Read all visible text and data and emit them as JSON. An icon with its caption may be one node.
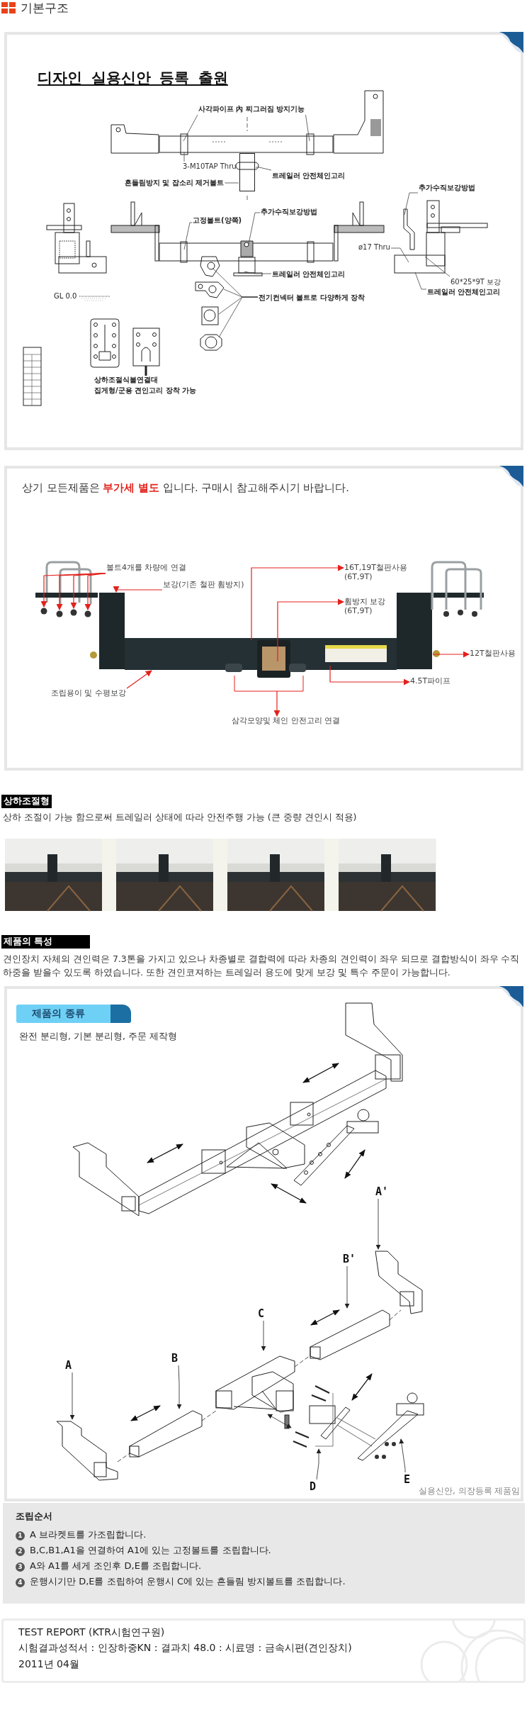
{
  "diagram": {
    "nodes": [
      {
        "text": [
          "디자인 실용신안 등록 출원",
          "GL 0.0",
          "상하조절식볼연결대",
          "집게형/군용 견인고리 장착 가능"
        ]
      },
      {
        "text": [
          "사각파이프 內 찌그러짐 방지기능"
        ],
        "in": 0
      },
      {
        "text": [
          "3-M10TAP Thru"
        ],
        "in": 0
      },
      {
        "text": [
          "트레일러 안전체인고리"
        ],
        "in": 0
      },
      {
        "text": [
          "흔들림방지 및 잡소리 제거볼트"
        ],
        "in": 0
      },
      {
        "text": [
          "추가수직보강방법"
        ],
        "in": 0
      },
      {
        "text": [
          "추가수직보강방법"
        ],
        "in": 0
      },
      {
        "text": [
          "고정볼트(양쪽)"
        ],
        "in": 0
      },
      {
        "text": [
          "ø17 Thru"
        ],
        "in": 0
      },
      {
        "text": [
          "트레일러 안전체인고리"
        ],
        "in": 0
      },
      {
        "text": [
          "60*25*9T 보강"
        ],
        "in": 0
      },
      {
        "text": [
          "트레일러 안전체인고리"
        ],
        "in": 0
      },
      {
        "text": [
          "전기컨넥터 볼트로 다양하게 장착"
        ],
        "in": 0
      },
      {
        "text": [
          "상기 모든제품은 **부가세 별도** 입니다. 구매시 참고해주시기 바랍니다."
        ]
      },
      {
        "text": [
          "볼트4개를 차량에 연결"
        ],
        "in": 13
      },
      {
        "text": [
          "16T,19T철판사용 (6T,9T)"
        ],
        "in": 13
      },
      {
        "text": [
          "보강(기존 철판 휨방지)"
        ],
        "in": 13
      },
      {
        "text": [
          "휨방지 보강 (6T,9T)"
        ],
        "in": 13
      },
      {
        "text": [
          "12T철판사용"
        ],
        "in": 13
      },
      {
        "text": [
          "4.5T파이프"
        ],
        "in": 13
      },
      {
        "text": [
          "조립용이 및 수평보강"
        ],
        "in": 13
      },
      {
        "text": [
          "삼각모양및 체인 안전고리 연결"
        ],
        "in": 13
      },
      {
        "text": [
          "상하조절형"
        ]
      },
      {
        "text": [
          "제품의 특성"
        ]
      },
      {
        "text": [
          "완전 분리형, 기본 분리형, 주문 제작형",
          "실용신안, 의장등록 제품임"
        ]
      },
      {
        "text": [
          "제품의 종류"
        ],
        "in": 24
      },
      {
        "text": [
          "A'"
        ],
        "in": 24
      },
      {
        "text": [
          "B'"
        ],
        "in": 24
      },
      {
        "text": [
          "C"
        ],
        "in": 24
      },
      {
        "text": [
          "A"
        ],
        "in": 24
      },
      {
        "text": [
          "B"
        ],
        "in": 24
      },
      {
        "text": [
          "D"
        ],
        "in": 24
      },
      {
        "text": [
          "E"
        ],
        "in": 24
      },
      {
        "text": [
          "조립순서",
          "1",
          "A 브라켓트를 가조립합니다.",
          "2",
          "B,C,B1,A1을 연결하여 A1에 있는 고정볼트를 조립합니다.",
          "3",
          "A와 A1를 세게 조인후 D,E를 조립합니다.",
          "4",
          "운행시기만 D,E를 조립하여 운행시 C에 있는 흔들림 방지볼트를 조립합니다."
        ]
      },
      {
        "text": [
          "TEST REPORT (KTR시험연구원)",
          "시험결과성적서 : 인장하중KN : 결과치 48.0 : 시료명 : 금속시편(견인장치)",
          "2011년 04월"
        ]
      },
      {
        "text": [],
        "shape": "picture",
        "in": 0
      },
      {
        "text": [],
        "shape": "picture",
        "in": 0
      },
      {
        "text": [],
        "shape": "picture",
        "in": 0
      },
      {
        "text": [],
        "shape": "picture",
        "in": 0
      },
      {
        "text": [],
        "shape": "picture",
        "in": 0
      },
      {
        "text": [],
        "shape": "picture",
        "in": 0
      },
      {
        "text": [],
        "shape": "picture",
        "in": 13
      },
      {
        "text": [],
        "shape": "picture",
        "in": 24
      },
      {
        "text": [],
        "shape": "picture",
        "in": 24
      },
      {
        "text": [],
        "shape": "picture",
        "in": 24
      },
      {
        "text": [],
        "shape": "picture",
        "in": 24
      },
      {
        "text": [],
        "shape": "picture",
        "in": 24
      },
      {
        "text": [],
        "shape": "picture",
        "in": 24
      },
      {
        "text": [],
        "shape": "picture",
        "in": 24
      },
      {
        "text": [],
        "shape": "box",
        "in": 0
      },
      {
        "text": [],
        "shape": "picture",
        "in": 0
      },
      {
        "text": [],
        "shape": "picture",
        "in": 0
      },
      {
        "text": [],
        "shape": "circle",
        "in": 13
      },
      {
        "text": [],
        "shape": "circle",
        "in": 13
      },
      {
        "text": [],
        "shape": "circle",
        "in": 13
      },
      {
        "text": [],
        "shape": "circle",
        "in": 13
      },
      {
        "text": [],
        "shape": "box",
        "in": 13
      },
      {
        "text": [],
        "shape": "box",
        "in": 13
      }
    ],
    "edges": [
      {
        "from": 1,
        "to": 35,
        "arrow": "none"
      },
      {
        "from": 1,
        "to": 35,
        "arrow": "none"
      },
      {
        "from": 2,
        "to": 35,
        "arrow": "none"
      },
      {
        "from": 3,
        "to": 49,
        "arrow": "none"
      },
      {
        "from": 4,
        "to": 49,
        "arrow": "none"
      },
      {
        "from": 5,
        "to": 37,
        "arrow": "none"
      },
      {
        "from": 6,
        "to": 36,
        "arrow": "none"
      },
      {
        "from": 7,
        "to": 36,
        "arrow": "none"
      },
      {
        "from": 8,
        "to": 37,
        "arrow": "none"
      },
      {
        "from": 9,
        "to": 50,
        "arrow": "none"
      },
      {
        "from": 10,
        "to": 37,
        "arrow": "none"
      },
      {
        "from": 11,
        "to": 37,
        "arrow": "none"
      },
      {
        "from": 12,
        "to": 51,
        "arrow": "none"
      },
      {
        "from": 12,
        "to": 38,
        "arrow": "none"
      },
      {
        "from": 12,
        "to": 39,
        "arrow": "none"
      },
      {
        "from": 12,
        "to": 40,
        "arrow": "none"
      },
      {
        "from": 14,
        "to": 52,
        "arrow": "to",
        "color": "#e3211c"
      },
      {
        "from": 14,
        "to": 53,
        "arrow": "to",
        "color": "#e3211c"
      },
      {
        "from": 14,
        "to": 54,
        "arrow": "to",
        "color": "#e3211c"
      },
      {
        "from": 14,
        "to": 55,
        "arrow": "to",
        "color": "#e3211c"
      },
      {
        "from": 16,
        "to": 56,
        "arrow": "to",
        "color": "#e3211c"
      },
      {
        "from": 41,
        "to": 15,
        "arrow": "to",
        "color": "#e3211c"
      },
      {
        "from": 41,
        "to": 17,
        "arrow": "to",
        "color": "#e3211c"
      },
      {
        "from": 57,
        "to": 18,
        "arrow": "to",
        "color": "#e3211c"
      },
      {
        "from": 41,
        "to": 19,
        "arrow": "to",
        "color": "#e3211c"
      },
      {
        "from": 20,
        "to": 41,
        "arrow": "to",
        "color": "#e3211c"
      },
      {
        "from": 41,
        "to": 21,
        "arrow": "to",
        "color": "#e3211c"
      },
      {
        "from": 26,
        "to": 42,
        "arrow": "to"
      },
      {
        "from": 27,
        "to": 43,
        "arrow": "to"
      },
      {
        "from": 28,
        "to": 44,
        "arrow": "to"
      },
      {
        "from": 29,
        "to": 45,
        "arrow": "to"
      },
      {
        "from": 30,
        "to": 46,
        "arrow": "to"
      },
      {
        "from": 31,
        "to": 47,
        "arrow": "to"
      },
      {
        "from": 32,
        "to": 48,
        "arrow": "to"
      },
      {
        "from": 45,
        "to": 46,
        "arrow": "none",
        "style": "dashed"
      },
      {
        "from": 46,
        "to": 44,
        "arrow": "none",
        "style": "dashed"
      },
      {
        "from": 44,
        "to": 43,
        "arrow": "none",
        "style": "dashed"
      },
      {
        "from": 43,
        "to": 42,
        "arrow": "none",
        "style": "dashed"
      },
      {
        "from": 47,
        "to": 48,
        "arrow": "none"
      },
      {
        "from": 47,
        "to": 48,
        "arrow": "none"
      },
      {
        "from": 44,
        "to": 47,
        "arrow": "both"
      }
    ],
    "labels": [
      "기본구조",
      "상하 조절이 가능 함으로써 트레일러 상태에 따라 안전주행 가능 (큰 중량 견인시 적용)",
      "견인장치 자체의 견인력은 7.3톤을 가지고 있으나 차종별로 결합력에 따라 차종의 견인력이 좌우 되므로 결합방식이 좌우 수직 하중을 받을수 있도록 하였습니다. 또한 견인코져하는 트레일러 용도에 맞게 보강 및 특수 주문이 가능합니다."
    ]
  }
}
